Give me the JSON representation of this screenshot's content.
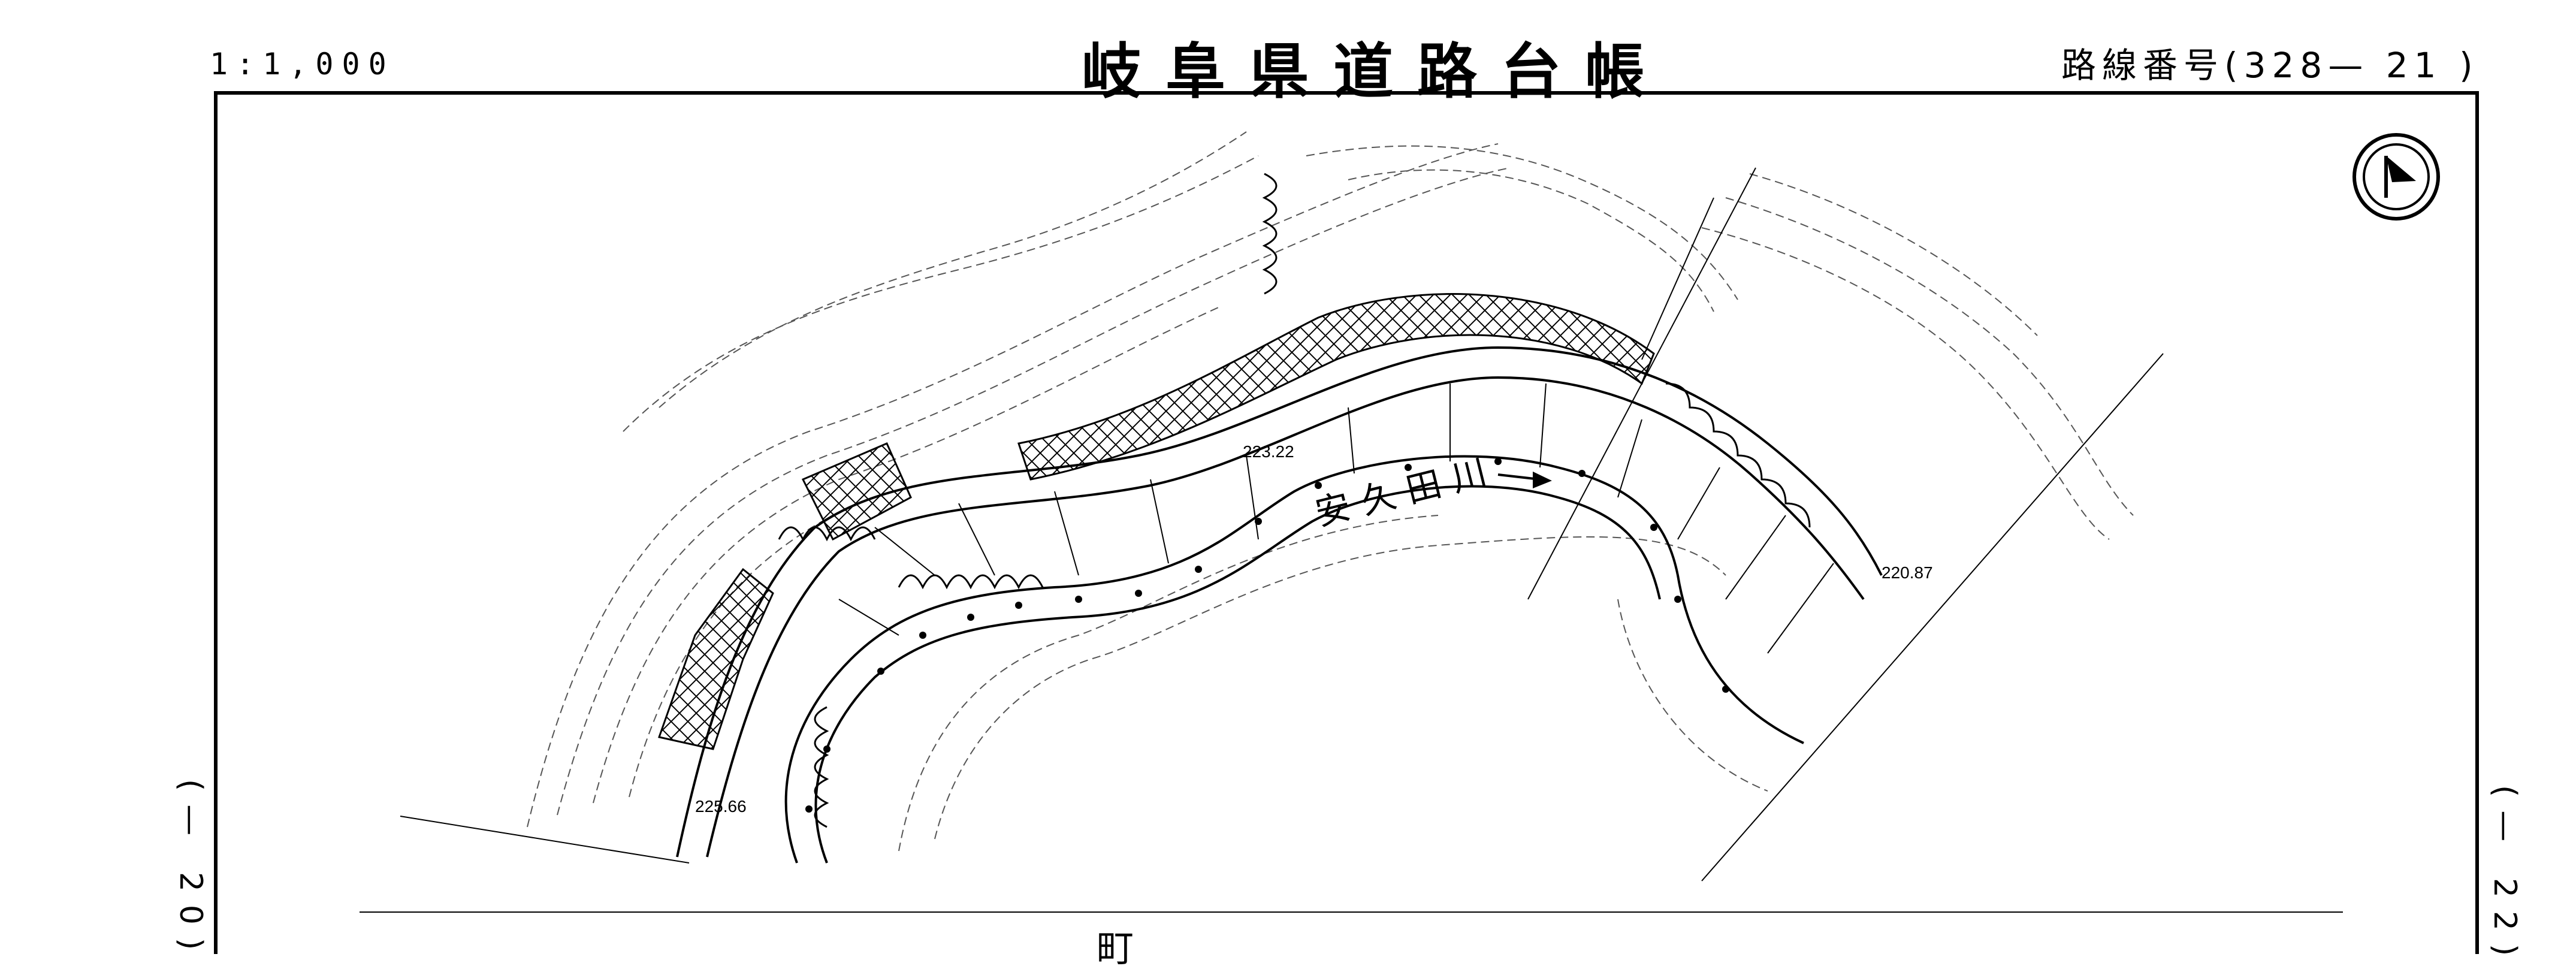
{
  "header": {
    "scale": "1:1,000",
    "title": "岐阜県道路台帳",
    "route_number": "路線番号(328— 21 )"
  },
  "edges": {
    "previous_sheet": "(— 20)",
    "next_sheet": "(— 22)"
  },
  "map": {
    "river_name": "安久田川",
    "elevations": [
      "223.22",
      "220.87",
      "225.66"
    ],
    "place_label_bottom": "町"
  }
}
